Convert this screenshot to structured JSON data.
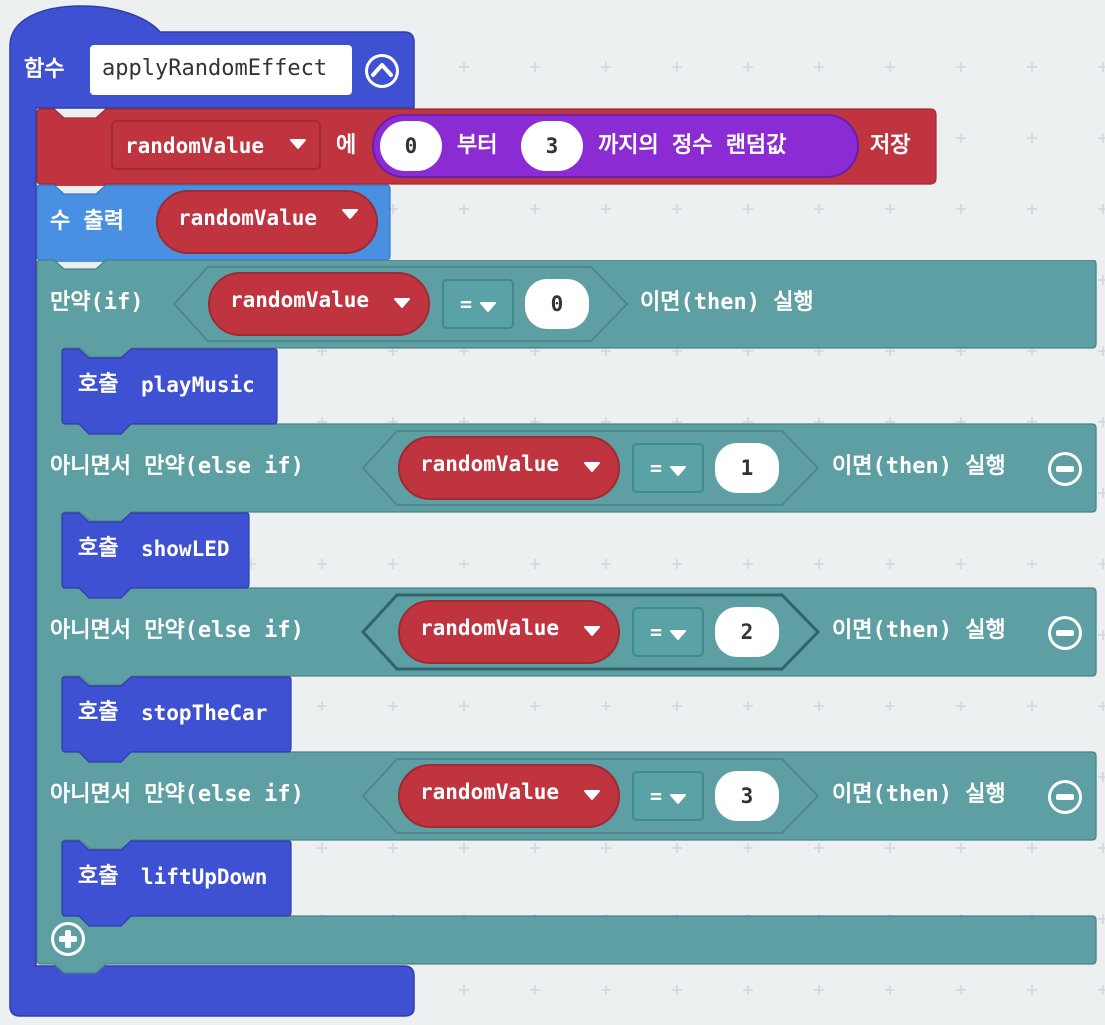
{
  "function_block": {
    "keyword": "함수",
    "name": "applyRandomEffect",
    "collapse_icon": "chevron-up-circle-icon",
    "color": "#3f51d3"
  },
  "set_block": {
    "variable": "randomValue",
    "word_to": "에",
    "random_from": "0",
    "word_from": "부터",
    "random_to": "3",
    "random_label": "까지의 정수 랜덤값",
    "word_store": "저장",
    "color": "#c0343f",
    "random_color": "#8a2bd4"
  },
  "show_number": {
    "label": "수 출력",
    "variable": "randomValue",
    "color": "#4a90e2"
  },
  "if_block": {
    "color": "#5e9fa3",
    "if_label": "만약(if)",
    "then_label": "이면(then) 실행",
    "else_if_label": "아니면서 만약(else if)",
    "call_keyword": "호출",
    "remove_icon": "minus-circle-icon",
    "add_icon": "plus-circle-icon",
    "branches": [
      {
        "variable": "randomValue",
        "operator": "=",
        "value": "0",
        "call": "playMusic"
      },
      {
        "variable": "randomValue",
        "operator": "=",
        "value": "1",
        "call": "showLED"
      },
      {
        "variable": "randomValue",
        "operator": "=",
        "value": "2",
        "call": "stopTheCar"
      },
      {
        "variable": "randomValue",
        "operator": "=",
        "value": "3",
        "call": "liftUpDown"
      }
    ]
  },
  "dropdown_icon": "caret-down-icon"
}
